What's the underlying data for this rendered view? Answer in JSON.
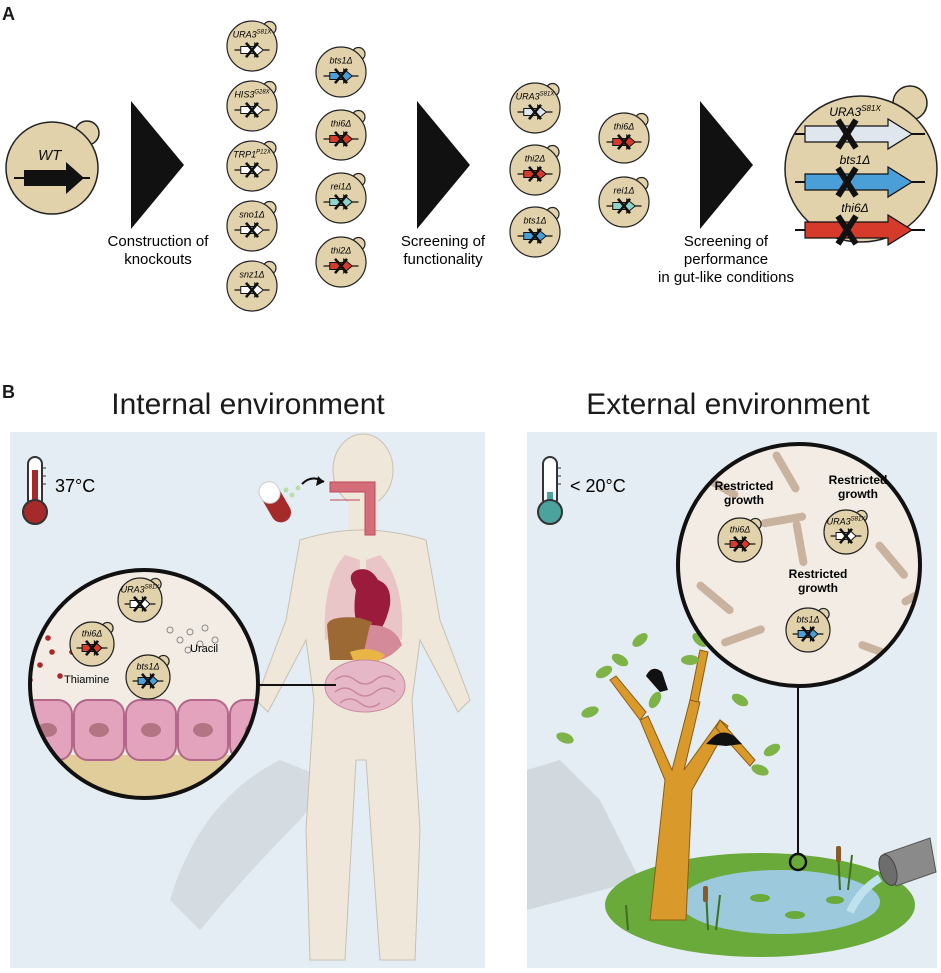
{
  "panelA": {
    "letter": "A",
    "wt_label": "WT",
    "step1": [
      "Construction of",
      "knockouts"
    ],
    "step2": [
      "Screening of",
      "functionality"
    ],
    "step3": [
      "Screening of",
      "performance",
      "in gut-like conditions"
    ],
    "col1": [
      {
        "name": "URA3",
        "sup": "S81X",
        "color": "#ffffff"
      },
      {
        "name": "HIS3",
        "sup": "G28X",
        "color": "#ffffff"
      },
      {
        "name": "TRP1",
        "sup": "P12X",
        "color": "#ffffff"
      },
      {
        "name": "sno1Δ",
        "sup": "",
        "color": "#ffffff"
      },
      {
        "name": "snz1Δ",
        "sup": "",
        "color": "#ffffff"
      }
    ],
    "col2": [
      {
        "name": "bts1Δ",
        "sup": "",
        "color": "#4a9fd8"
      },
      {
        "name": "thi6Δ",
        "sup": "",
        "color": "#d63a2a"
      },
      {
        "name": "rei1Δ",
        "sup": "",
        "color": "#8fd4cc"
      },
      {
        "name": "thi2Δ",
        "sup": "",
        "color": "#d63a2a"
      }
    ],
    "col3": [
      {
        "name": "URA3",
        "sup": "S81X",
        "color": "#dfe6ee"
      },
      {
        "name": "thi2Δ",
        "sup": "",
        "color": "#d63a2a"
      },
      {
        "name": "bts1Δ",
        "sup": "",
        "color": "#4a9fd8"
      }
    ],
    "col4": [
      {
        "name": "thi6Δ",
        "sup": "",
        "color": "#d63a2a"
      },
      {
        "name": "rei1Δ",
        "sup": "",
        "color": "#8fd4cc"
      }
    ],
    "final": [
      {
        "name": "URA3",
        "sup": "S81X",
        "color": "#dfe6ee"
      },
      {
        "name": "bts1Δ",
        "sup": "",
        "color": "#4a9fd8"
      },
      {
        "name": "thi6Δ",
        "sup": "",
        "color": "#d63a2a"
      }
    ]
  },
  "panelB": {
    "letter": "B",
    "internal_title": "Internal environment",
    "external_title": "External environment",
    "internal_temp": "37°C",
    "external_temp": "< 20°C",
    "thiamine": "Thiamine",
    "uracil": "Uracil",
    "restricted": "Restricted growth",
    "restricted_lines": [
      "Restricted",
      "growth"
    ],
    "int_yeasts": [
      {
        "name": "URA3",
        "sup": "S81X"
      },
      {
        "name": "thi6Δ",
        "sup": ""
      },
      {
        "name": "bts1Δ",
        "sup": ""
      }
    ],
    "ext_yeasts": [
      {
        "name": "thi6Δ",
        "sup": ""
      },
      {
        "name": "URA3",
        "sup": "S81X"
      },
      {
        "name": "bts1Δ",
        "sup": ""
      }
    ]
  },
  "colors": {
    "yeast_fill": "#e2d2ac",
    "yeast_stroke": "#222222",
    "panel_bg": "#e4edf3",
    "arrow_dark": "#111111",
    "blood": "#a52a2a",
    "cold": "#4aa39c",
    "grass": "#6aaa3a",
    "water": "#9cc9dc",
    "trunk": "#d99a2b"
  }
}
